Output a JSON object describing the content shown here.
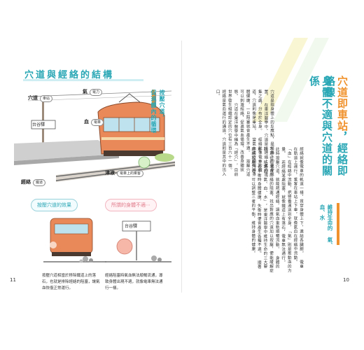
{
  "left_page": {
    "title": "穴道與經絡的結構",
    "labels": {
      "xuedao": "穴道",
      "xuedao_sub": "車站",
      "qi": "氣",
      "qi_sub": "電力",
      "xue": "血",
      "xue_sub": "電車",
      "jingluo": "經絡",
      "jingluo_sub": "鐵道",
      "jinfen": "津液",
      "jinfen_sub": "電車上的乘客"
    },
    "station_sign": "台谷驛",
    "callouts": [
      "按壓穴道的效果",
      "所謂的身體不適⋯"
    ],
    "captions": [
      "按壓穴道相當於移除鐵道上的落石，也就是排除經絡的阻塞，讓氣血恢復正常運行。",
      "經絡阻塞時氣血無法順暢流通，導致身體出現不適，就像電車無法通行一樣。"
    ],
    "page_number": "11"
  },
  "right_page": {
    "title_line1_orange": "穴道即車站",
    "title_line1_teal": "，經絡即路線",
    "title_line2_teal": "身體不適與穴道的關係",
    "subheads": [
      "按壓穴道，",
      "促進體內的循環"
    ],
    "columns": [
      "穴道是指身體上的反應點，是經絡上的重要位置。",
      "在東洋醫學中，穴道是指經絡上氣血匯集之處，分布於全身。",
      "經絡就像電車的鐵道，穴道則像是車站。",
      "當氣血運行順暢時身體健康，一旦阻塞就會產生不適。",
      "按壓穴道可以刺激經絡，促進氣血循環，改善身體狀態。",
      "穴道在東洋醫學中稱為「經穴」，目前世界衛生組織認定的穴位有三百六十一個。",
      "經絡是氣血運行的通道，穴道則是其中的出入口。"
    ],
    "columns_right": [
      "經絡就像電車的軌道一樣，貫穿身體上下，連結各臟腑。",
      "電車在軌道上運行，乘客在車站上下車，就像氣血在經絡中流動。",
      "「血」在經絡中流動，把營養運送到全身，「氣」則是推動血的力量。",
      "若經絡某處阻塞，就像鐵道上有落石，電車無法通行。",
      "此時按壓穴道，就能疏通經絡，讓氣血重新順暢流動。",
      "身體的不適往往來自經絡的阻塞，找出對應的穴道加以按壓，便能緩解症狀。",
      "所謂的「氣、血、水」，是東洋醫學中維持生命的三大要素。",
      "三者平衡時身體健康，失衡時便會產生各種不適。",
      "順著經絡按壓穴道，可以調整三者的平衡，維持身體的健康。"
    ],
    "sidebar_title": [
      "維持生命的",
      "氣、血、水"
    ],
    "page_number": "10"
  },
  "colors": {
    "teal": "#2aa7b5",
    "orange": "#f0922e",
    "pink": "#e07a8a",
    "train_body": "#e9895a"
  }
}
